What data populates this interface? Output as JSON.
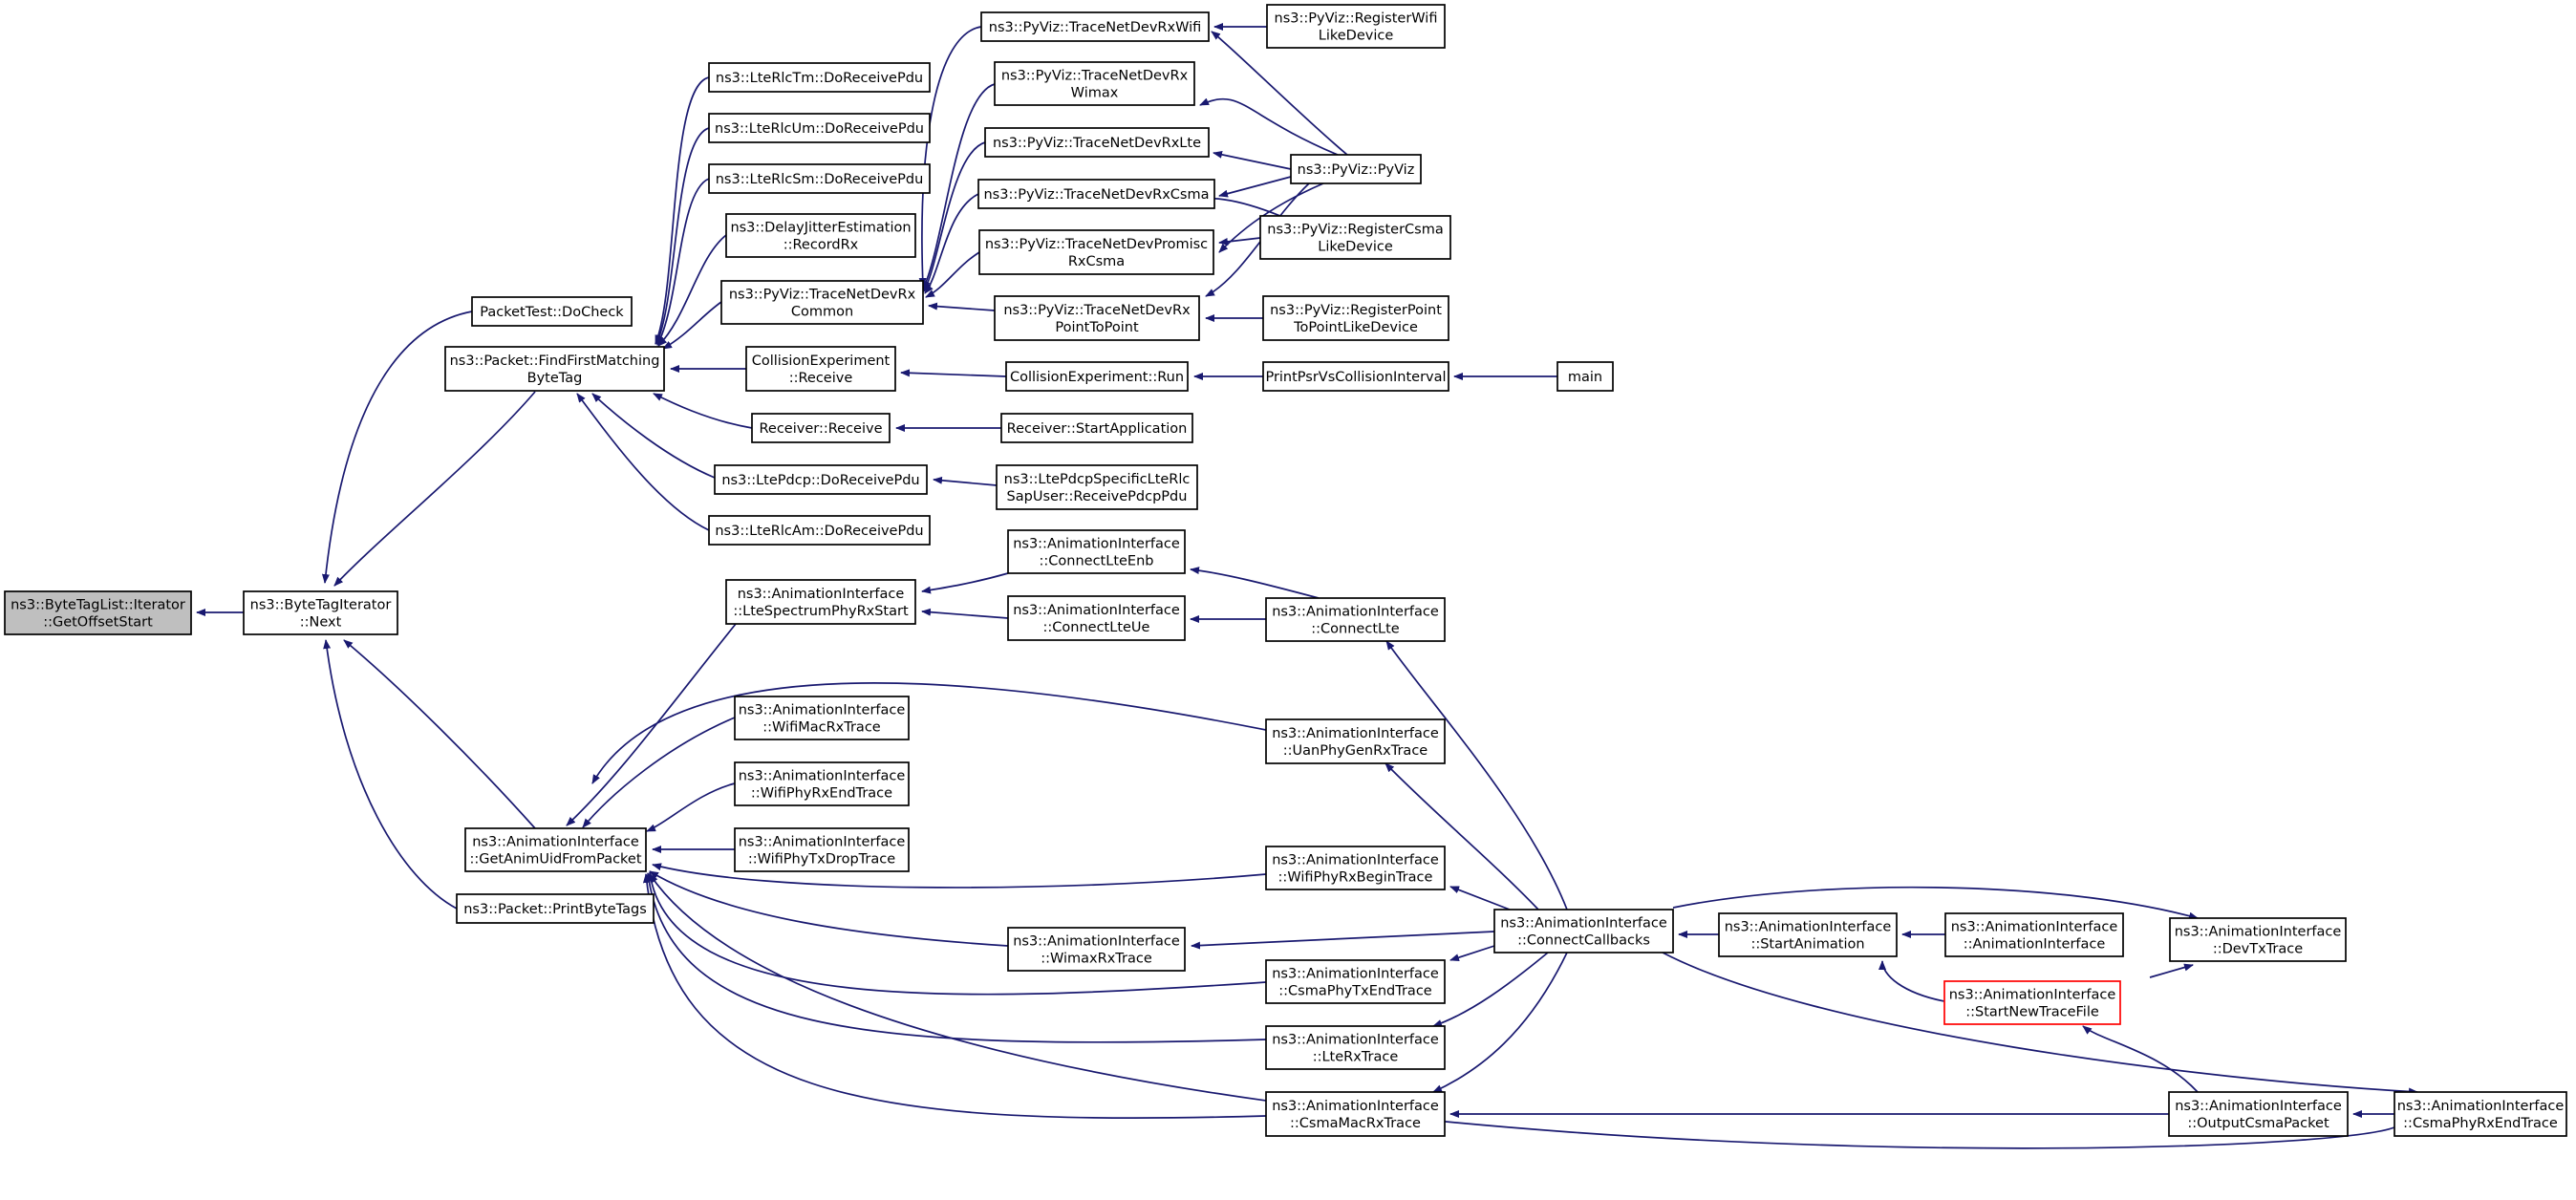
{
  "graph": {
    "edge_color": "#191970",
    "nodes": [
      {
        "id": "root",
        "lines": [
          "ns3::ByteTagList::Iterator",
          "::GetOffsetStart"
        ],
        "root": true
      },
      {
        "id": "next",
        "lines": [
          "ns3::ByteTagIterator",
          "::Next"
        ]
      },
      {
        "id": "docheck",
        "lines": [
          "PacketTest::DoCheck"
        ]
      },
      {
        "id": "ffm",
        "lines": [
          "ns3::Packet::FindFirstMatching",
          "ByteTag"
        ]
      },
      {
        "id": "gaufp",
        "lines": [
          "ns3::AnimationInterface",
          "::GetAnimUidFromPacket"
        ]
      },
      {
        "id": "pbt",
        "lines": [
          "ns3::Packet::PrintByteTags"
        ]
      },
      {
        "id": "rlctm",
        "lines": [
          "ns3::LteRlcTm::DoReceivePdu"
        ]
      },
      {
        "id": "rlcum",
        "lines": [
          "ns3::LteRlcUm::DoReceivePdu"
        ]
      },
      {
        "id": "rlcsm",
        "lines": [
          "ns3::LteRlcSm::DoReceivePdu"
        ]
      },
      {
        "id": "dje",
        "lines": [
          "ns3::DelayJitterEstimation",
          "::RecordRx"
        ]
      },
      {
        "id": "tndrc",
        "lines": [
          "ns3::PyViz::TraceNetDevRx",
          "Common"
        ]
      },
      {
        "id": "cer",
        "lines": [
          "CollisionExperiment",
          "::Receive"
        ]
      },
      {
        "id": "rr",
        "lines": [
          "Receiver::Receive"
        ]
      },
      {
        "id": "pdcp",
        "lines": [
          "ns3::LtePdcp::DoReceivePdu"
        ]
      },
      {
        "id": "rlcam",
        "lines": [
          "ns3::LteRlcAm::DoReceivePdu"
        ]
      },
      {
        "id": "lsprs",
        "lines": [
          "ns3::AnimationInterface",
          "::LteSpectrumPhyRxStart"
        ]
      },
      {
        "id": "wmrx",
        "lines": [
          "ns3::AnimationInterface",
          "::WifiMacRxTrace"
        ]
      },
      {
        "id": "wprxe",
        "lines": [
          "ns3::AnimationInterface",
          "::WifiPhyRxEndTrace"
        ]
      },
      {
        "id": "wptxd",
        "lines": [
          "ns3::AnimationInterface",
          "::WifiPhyTxDropTrace"
        ]
      },
      {
        "id": "tndrwifi",
        "lines": [
          "ns3::PyViz::TraceNetDevRxWifi"
        ]
      },
      {
        "id": "tndrwimax",
        "lines": [
          "ns3::PyViz::TraceNetDevRx",
          "Wimax"
        ]
      },
      {
        "id": "tndrlte",
        "lines": [
          "ns3::PyViz::TraceNetDevRxLte"
        ]
      },
      {
        "id": "tndrcsma",
        "lines": [
          "ns3::PyViz::TraceNetDevRxCsma"
        ]
      },
      {
        "id": "tndprcsma",
        "lines": [
          "ns3::PyViz::TraceNetDevPromisc",
          "RxCsma"
        ]
      },
      {
        "id": "tndrp2p",
        "lines": [
          "ns3::PyViz::TraceNetDevRx",
          "PointToPoint"
        ]
      },
      {
        "id": "cerun",
        "lines": [
          "CollisionExperiment::Run"
        ]
      },
      {
        "id": "rsa",
        "lines": [
          "Receiver::StartApplication"
        ]
      },
      {
        "id": "pdcpsap",
        "lines": [
          "ns3::LtePdcpSpecificLteRlc",
          "SapUser::ReceivePdcpPdu"
        ]
      },
      {
        "id": "cltenb",
        "lines": [
          "ns3::AnimationInterface",
          "::ConnectLteEnb"
        ]
      },
      {
        "id": "clteue",
        "lines": [
          "ns3::AnimationInterface",
          "::ConnectLteUe"
        ]
      },
      {
        "id": "wimaxrx",
        "lines": [
          "ns3::AnimationInterface",
          "::WimaxRxTrace"
        ]
      },
      {
        "id": "rwld",
        "lines": [
          "ns3::PyViz::RegisterWifi",
          "LikeDevice"
        ]
      },
      {
        "id": "pyviz",
        "lines": [
          "ns3::PyViz::PyViz"
        ]
      },
      {
        "id": "rcld",
        "lines": [
          "ns3::PyViz::RegisterCsma",
          "LikeDevice"
        ]
      },
      {
        "id": "rpld",
        "lines": [
          "ns3::PyViz::RegisterPoint",
          "ToPointLikeDevice"
        ]
      },
      {
        "id": "ppvci",
        "lines": [
          "PrintPsrVsCollisionInterval"
        ]
      },
      {
        "id": "clte",
        "lines": [
          "ns3::AnimationInterface",
          "::ConnectLte"
        ]
      },
      {
        "id": "upgrx",
        "lines": [
          "ns3::AnimationInterface",
          "::UanPhyGenRxTrace"
        ]
      },
      {
        "id": "wprxb",
        "lines": [
          "ns3::AnimationInterface",
          "::WifiPhyRxBeginTrace"
        ]
      },
      {
        "id": "cptxe",
        "lines": [
          "ns3::AnimationInterface",
          "::CsmaPhyTxEndTrace"
        ]
      },
      {
        "id": "lterx",
        "lines": [
          "ns3::AnimationInterface",
          "::LteRxTrace"
        ]
      },
      {
        "id": "cmrx",
        "lines": [
          "ns3::AnimationInterface",
          "::CsmaMacRxTrace"
        ]
      },
      {
        "id": "main",
        "lines": [
          "main"
        ]
      },
      {
        "id": "ccb",
        "lines": [
          "ns3::AnimationInterface",
          "::ConnectCallbacks"
        ]
      },
      {
        "id": "sanim",
        "lines": [
          "ns3::AnimationInterface",
          "::StartAnimation"
        ]
      },
      {
        "id": "aictor",
        "lines": [
          "ns3::AnimationInterface",
          "::AnimationInterface"
        ]
      },
      {
        "id": "sntf",
        "lines": [
          "ns3::AnimationInterface",
          "::StartNewTraceFile"
        ],
        "border": "#ff0000"
      },
      {
        "id": "ocp",
        "lines": [
          "ns3::AnimationInterface",
          "::OutputCsmaPacket"
        ]
      },
      {
        "id": "devtx",
        "lines": [
          "ns3::AnimationInterface",
          "::DevTxTrace"
        ]
      },
      {
        "id": "cprxe",
        "lines": [
          "ns3::AnimationInterface",
          "::CsmaPhyRxEndTrace"
        ]
      }
    ]
  }
}
